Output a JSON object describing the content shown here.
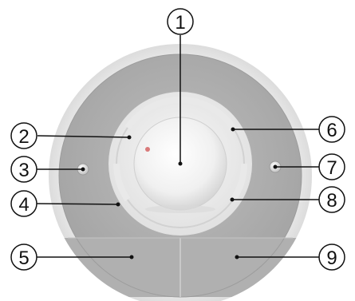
{
  "diagram": {
    "colors": {
      "outer_ring": "#ececec",
      "gray_ring": "#a9a9a9",
      "gray_ring_light": "#b5b5b5",
      "inner_bezel": "#eeeeee",
      "knob": "#f4f4f4",
      "led": "#e4e4e4",
      "red_dot": "#d97a7a",
      "callout_stroke": "#111111"
    },
    "callouts": [
      {
        "number": "1",
        "target": "center-knob"
      },
      {
        "number": "2",
        "target": "ring-upper-left"
      },
      {
        "number": "3",
        "target": "left-indicator-light"
      },
      {
        "number": "4",
        "target": "ring-lower-left"
      },
      {
        "number": "5",
        "target": "bottom-left-segment"
      },
      {
        "number": "6",
        "target": "ring-upper-right"
      },
      {
        "number": "7",
        "target": "right-indicator-light"
      },
      {
        "number": "8",
        "target": "ring-lower-right"
      },
      {
        "number": "9",
        "target": "bottom-right-segment"
      }
    ]
  }
}
